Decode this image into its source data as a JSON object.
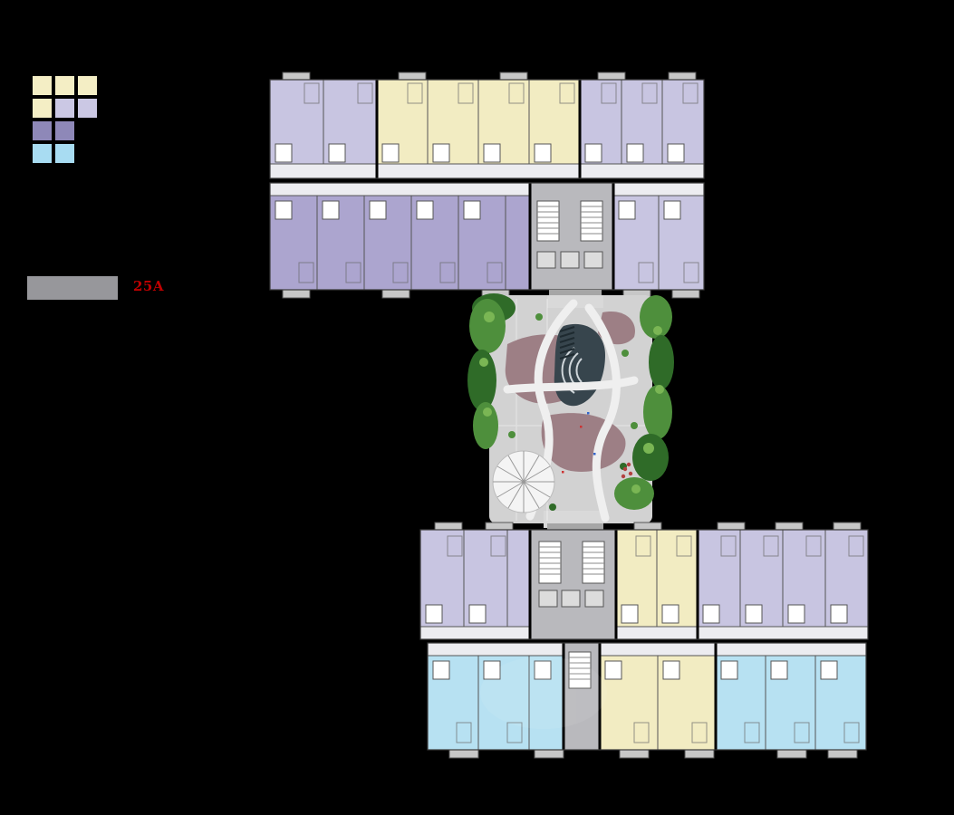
{
  "colors": {
    "background": "#000000",
    "unit_yellow": "#f2ecc2",
    "unit_lavender": "#c8c5e1",
    "unit_purple": "#aca5cf",
    "unit_blue": "#b7e1f2",
    "legend_yellow": "#f4eec5",
    "legend_lavender": "#cbc8e4",
    "legend_purple": "#8e88b8",
    "legend_blue": "#a8dcf2",
    "corridor": "#ececf0",
    "core_gray": "#b9b9bd",
    "walkway_gray": "#a6a6a6",
    "plaza_gray": "#d2d2d2",
    "paving_mauve": "#9d7f85",
    "stage_dark": "#37454d",
    "tree_green": "#4e8f3c",
    "tree_green_dark": "#2f6b28",
    "tree_green_light": "#7ab654",
    "bar_gray": "#97979b",
    "label_red": "#c00000",
    "wall": "#555555"
  },
  "legend": {
    "bar_label": "25A",
    "rows": [
      {
        "swatches": [
          "legend_yellow",
          "legend_yellow",
          "legend_yellow"
        ]
      },
      {
        "swatches": [
          "legend_yellow",
          "legend_lavender",
          "legend_lavender"
        ]
      },
      {
        "swatches": [
          "legend_purple",
          "legend_purple"
        ]
      },
      {
        "swatches": [
          "legend_blue",
          "legend_blue"
        ]
      }
    ]
  },
  "plan": {
    "areas": [
      "upper-residential-block",
      "central-courtyard-garden",
      "lower-residential-block"
    ]
  }
}
